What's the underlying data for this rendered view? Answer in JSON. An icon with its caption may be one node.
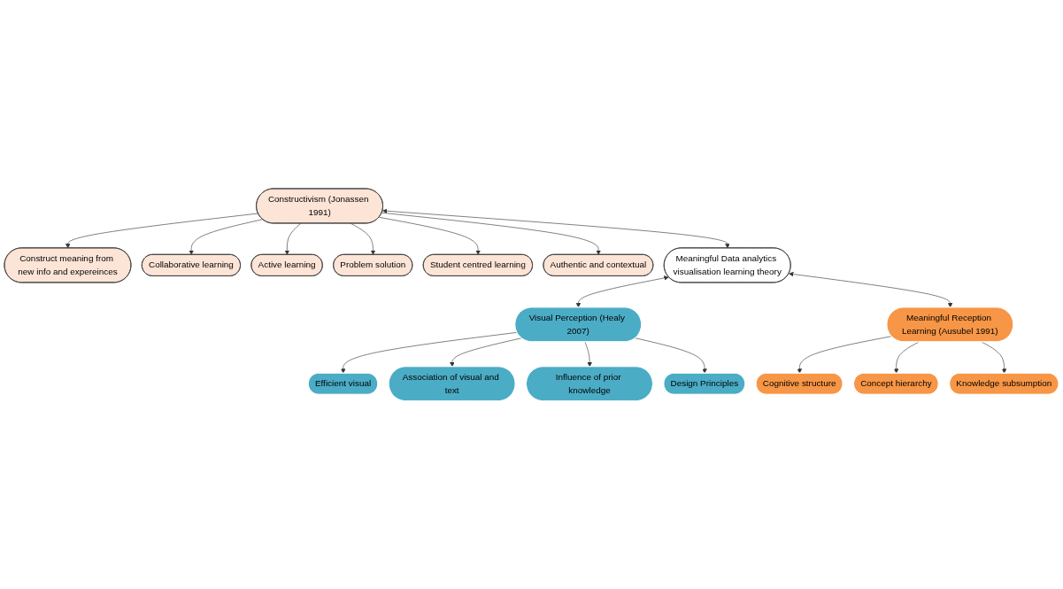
{
  "diagram": {
    "nodes": [
      {
        "text": [
          "Construct meaning from new info and expereinces"
        ]
      },
      {
        "text": [
          "Collaborative learning"
        ]
      },
      {
        "text": [
          "Active learning"
        ]
      },
      {
        "text": [
          "Problem solution"
        ]
      },
      {
        "text": [
          "Student centred learning"
        ]
      },
      {
        "text": [
          "Constructivism (Jonassen 1991)"
        ]
      },
      {
        "text": [
          "Authentic and contextual"
        ]
      },
      {
        "text": [
          "Meaningful Data analytics visualisation learning theory"
        ]
      },
      {
        "text": [
          "Cognitive structure"
        ]
      },
      {
        "text": [
          "Efficient visual"
        ]
      },
      {
        "text": [
          "Visual Perception (Healy 2007)"
        ]
      },
      {
        "text": [
          "Meaningful Reception Learning (Ausubel 1991)"
        ]
      },
      {
        "text": [
          "Concept hierarchy"
        ]
      },
      {
        "text": [
          "Association of visual and text"
        ]
      },
      {
        "text": [
          "Design Principles"
        ]
      },
      {
        "text": [
          "Influence of prior knowledge"
        ]
      },
      {
        "text": [
          "Knowledge subsumption"
        ]
      }
    ],
    "edges": [
      {
        "from": 5,
        "to": 4,
        "arrow": "to"
      },
      {
        "from": 5,
        "to": 2,
        "arrow": "to"
      },
      {
        "from": 5,
        "to": 0,
        "arrow": "to"
      },
      {
        "from": 5,
        "to": 1,
        "arrow": "to"
      },
      {
        "from": 5,
        "to": 3,
        "arrow": "to"
      },
      {
        "from": 5,
        "to": 6,
        "arrow": "to"
      },
      {
        "from": 5,
        "to": 7,
        "arrow": "both"
      },
      {
        "from": 7,
        "to": 10,
        "arrow": "both"
      },
      {
        "from": 7,
        "to": 11,
        "arrow": "both"
      },
      {
        "from": 10,
        "to": 9,
        "arrow": "to"
      },
      {
        "from": 10,
        "to": 13,
        "arrow": "to"
      },
      {
        "from": 10,
        "to": 15,
        "arrow": "to"
      },
      {
        "from": 10,
        "to": 14,
        "arrow": "to"
      },
      {
        "from": 11,
        "to": 8,
        "arrow": "to"
      },
      {
        "from": 11,
        "to": 12,
        "arrow": "to"
      },
      {
        "from": 11,
        "to": 16,
        "arrow": "to"
      }
    ]
  }
}
